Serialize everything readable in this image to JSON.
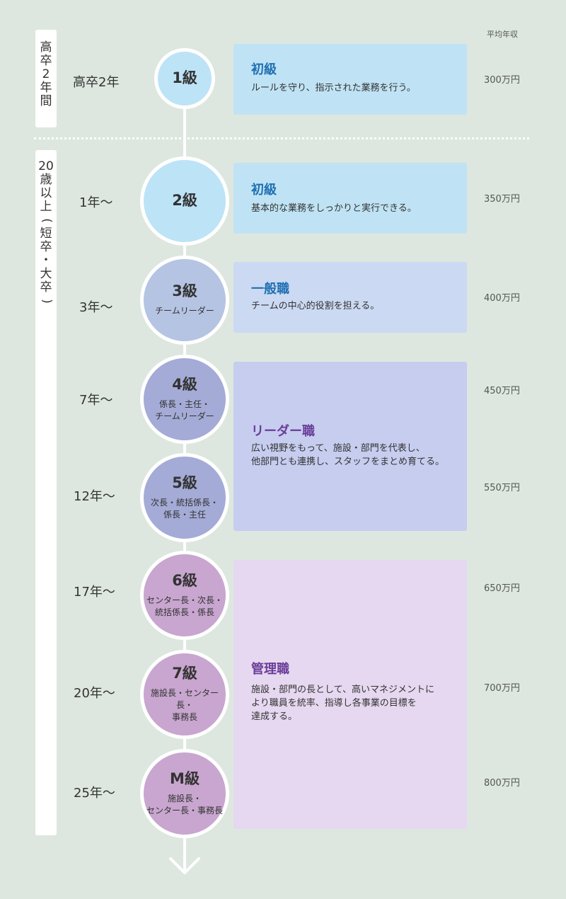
{
  "side_labels": {
    "highschool": [
      "高",
      "卒",
      "2",
      "年",
      "間"
    ],
    "college": [
      "20",
      "歳",
      "以",
      "上",
      "(",
      "短",
      "卒",
      "・",
      "大",
      "卒",
      ")"
    ]
  },
  "salary_header": "平均年収",
  "years": [
    "高卒2年",
    "1年〜",
    "3年〜",
    "7年〜",
    "12年〜",
    "17年〜",
    "20年〜",
    "25年〜"
  ],
  "grades": [
    {
      "level": "1級",
      "role": ""
    },
    {
      "level": "2級",
      "role": ""
    },
    {
      "level": "3級",
      "role": "チームリーダー"
    },
    {
      "level": "4級",
      "role": "係長・主任・\nチームリーダー"
    },
    {
      "level": "5級",
      "role": "次長・統括係長・\n係長・主任"
    },
    {
      "level": "6級",
      "role": "センター長・次長・\n統括係長・係長"
    },
    {
      "level": "7級",
      "role": "施設長・センター長・\n事務長"
    },
    {
      "level": "M級",
      "role": "施設長・\nセンター長・事務長"
    }
  ],
  "categories": [
    {
      "title": "初級",
      "desc": "ルールを守り、指示された業務を行う。"
    },
    {
      "title": "初級",
      "desc": "基本的な業務をしっかりと実行できる。"
    },
    {
      "title": "一般職",
      "desc": "チームの中心的役割を担える。"
    },
    {
      "title": "リーダー職",
      "desc": "広い視野をもって、施設・部門を代表し、\n他部門とも連携し、スタッフをまとめ育てる。"
    },
    {
      "title": "管理職",
      "desc": "施設・部門の長として、高いマネジメントに\nより職員を統率、指導し各事業の目標を\n達成する。"
    }
  ],
  "salaries": [
    "300万円",
    "350万円",
    "400万円",
    "450万円",
    "550万円",
    "650万円",
    "700万円",
    "800万円"
  ],
  "colors": {
    "background": "#dde7df",
    "blue_circle": "#bde3f7",
    "lightblue_box": "#bfe3f4",
    "periwinkle_circle": "#b5c4e3",
    "periwinkle_box": "#cbd9f2",
    "lavender_circle": "#a4abd6",
    "lavender_box": "#c6cdef",
    "purple_circle": "#c8a6cf",
    "purple_box": "#e6d8f0",
    "blue_title": "#1f6fb3",
    "purple_title": "#6a3d99"
  }
}
